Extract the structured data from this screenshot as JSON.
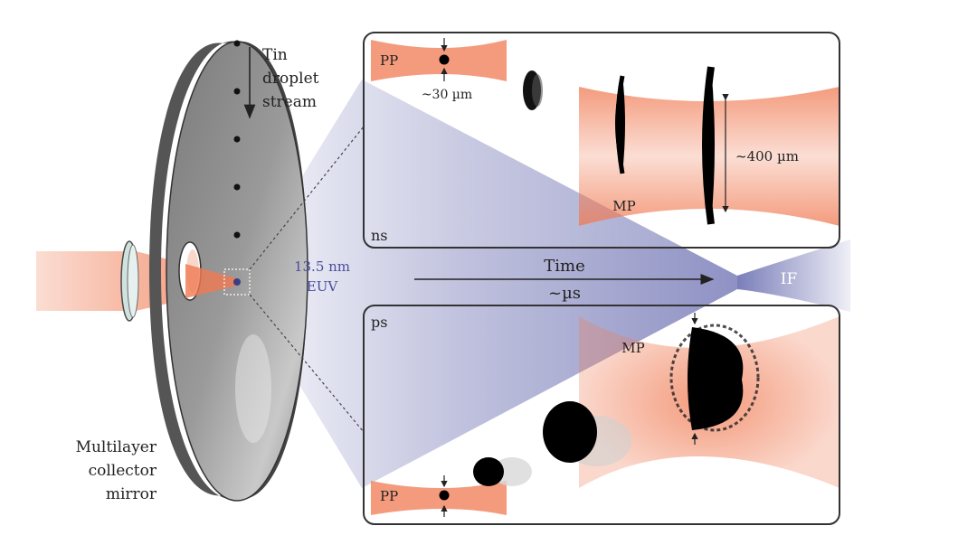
{
  "labels": {
    "tin_droplet": [
      "Tin",
      "droplet",
      "stream"
    ],
    "collector": [
      "Multilayer",
      "collector",
      "mirror"
    ],
    "euv": [
      "13.5 nm",
      "EUV"
    ],
    "time": "Time",
    "time_scale": "~µs",
    "intermediate_focus": "IF",
    "ns_panel": {
      "regime": "ns",
      "pre_pulse": "PP",
      "droplet_size": "~30 µm",
      "main_pulse": "MP",
      "sheet_size": "~400 µm"
    },
    "ps_panel": {
      "regime": "ps",
      "pre_pulse": "PP",
      "main_pulse": "MP"
    }
  },
  "colors": {
    "laser": "#f07a52",
    "euv": "#5a5ea8",
    "mirror_face": "#8c8c8c",
    "mirror_rim": "#5c5c5c",
    "panel_border": "#333333",
    "euv_text": "#4a4f9c"
  }
}
